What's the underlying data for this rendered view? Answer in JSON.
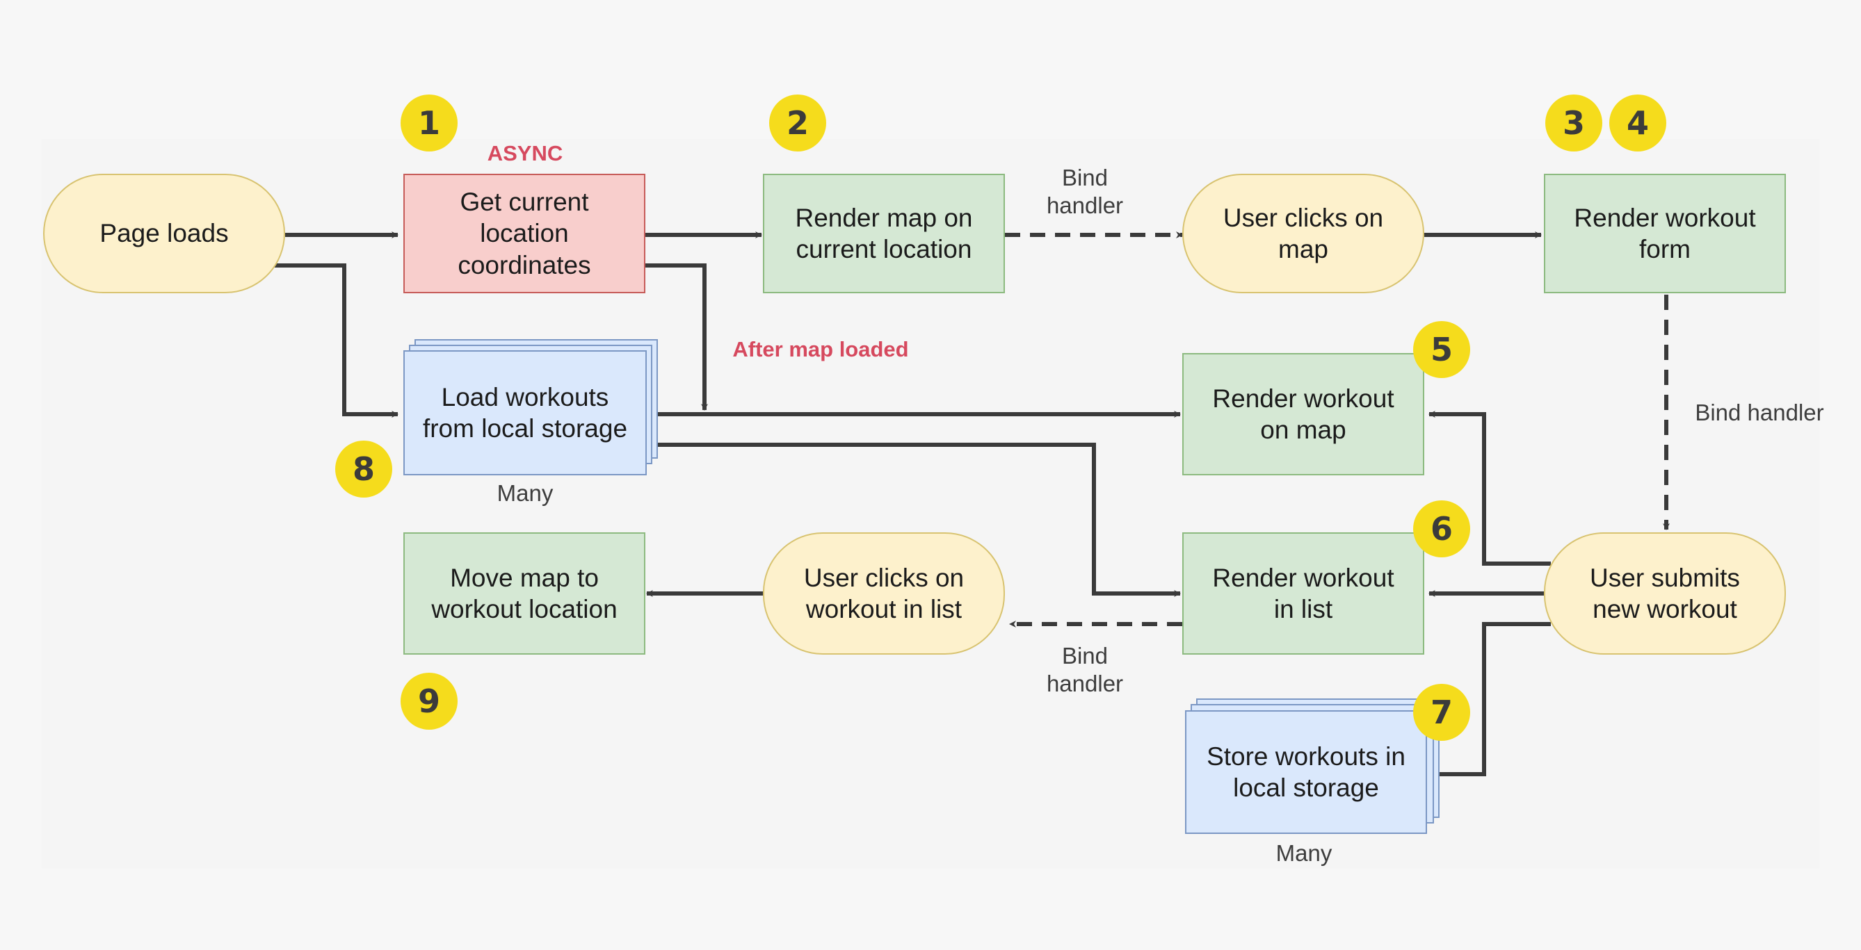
{
  "nodes": {
    "page_loads": "Page loads",
    "get_location": "Get current\nlocation\ncoordinates",
    "render_map": "Render map on\ncurrent location",
    "user_clicks_map": "User clicks on\nmap",
    "render_form": "Render workout\nform",
    "load_workouts": "Load workouts\nfrom local storage",
    "render_workout_map": "Render workout\non map",
    "render_workout_list": "Render workout\nin list",
    "user_submits": "User submits\nnew workout",
    "user_clicks_list": "User clicks on\nworkout in list",
    "move_map": "Move map to\nworkout location",
    "store_workouts": "Store workouts in\nlocal storage"
  },
  "labels": {
    "async": "ASYNC",
    "after_map_loaded": "After map loaded",
    "bind_handler_top": "Bind\nhandler",
    "bind_handler_right": "Bind handler",
    "bind_handler_bottom": "Bind\nhandler",
    "many_load": "Many",
    "many_store": "Many"
  },
  "badges": [
    "1",
    "2",
    "3",
    "4",
    "5",
    "6",
    "7",
    "8",
    "9"
  ],
  "colors": {
    "terminal_fill": "#fdf1cc",
    "process_fill": "#d5e8d4",
    "async_fill": "#f8cecc",
    "storage_fill": "#dae8fc",
    "badge": "#f5dc1c",
    "arrow": "#3a3a3a",
    "highlight_text": "#d6495e"
  }
}
